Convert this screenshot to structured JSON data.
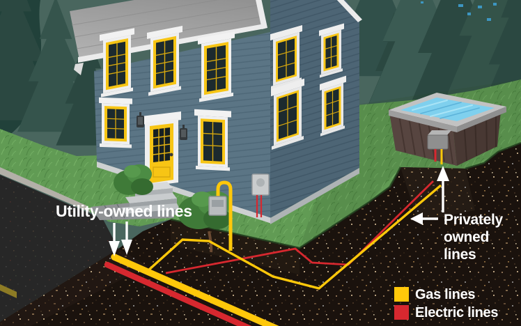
{
  "labels": {
    "utility_owned": "Utility-owned lines",
    "privately_owned": [
      "Privately",
      "owned",
      "lines"
    ]
  },
  "legend": {
    "items": [
      {
        "label": "Gas lines",
        "color": "#FFC80A"
      },
      {
        "label": "Electric lines",
        "color": "#D7282F"
      }
    ]
  },
  "colors": {
    "gas": "#FFC80A",
    "electric": "#D7282F",
    "label_text": "#FFFFFF"
  }
}
